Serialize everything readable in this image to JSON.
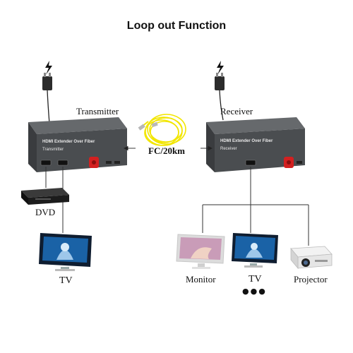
{
  "title": "Loop out Function",
  "labels": {
    "transmitter": "Transmitter",
    "receiver": "Receiver",
    "cable": "FC/20km",
    "dvd": "DVD",
    "tv_left": "TV",
    "monitor": "Monitor",
    "tv_right": "TV",
    "projector": "Projector",
    "more": "●●●"
  },
  "devices": {
    "tx_face": "HDMI Extender Over Fiber",
    "tx_name": "Transmitter",
    "rx_face": "HDMI Extender Over Fiber",
    "rx_name": "Receiver"
  },
  "icons": [
    "power-adapter-icon",
    "lightning-icon",
    "fiber-cable-icon",
    "dvd-player-icon",
    "tv-icon",
    "monitor-icon",
    "projector-icon"
  ],
  "colors": {
    "device_body": "#4a4d50",
    "device_top": "#5e6164",
    "cable": "#f2e600",
    "fiber_port": "#d32020"
  }
}
